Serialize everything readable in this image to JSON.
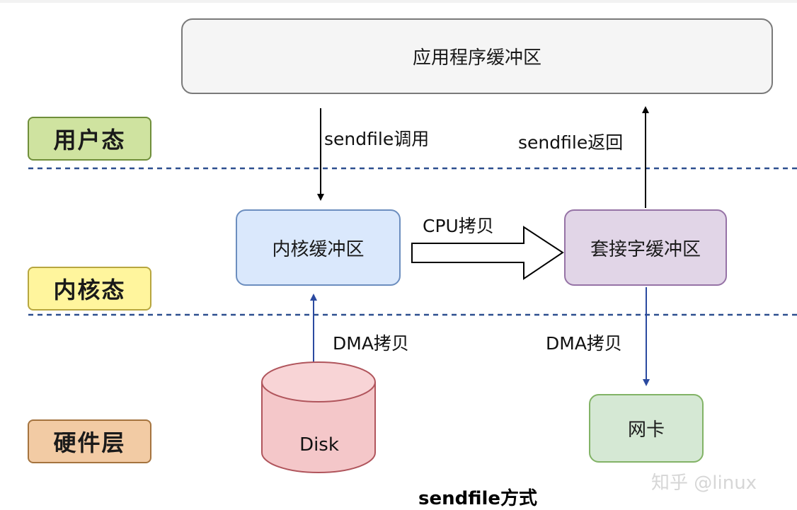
{
  "diagram": {
    "caption": "sendfile方式",
    "watermark": "知乎 @linux",
    "layers": {
      "user": "用户态",
      "kernel": "内核态",
      "hardware": "硬件层"
    },
    "boxes": {
      "app_buffer": "应用程序缓冲区",
      "kernel_buffer": "内核缓冲区",
      "socket_buffer": "套接字缓冲区",
      "nic": "网卡",
      "disk": "Disk"
    },
    "edges": {
      "sendfile_call": "sendfile调用",
      "sendfile_return": "sendfile返回",
      "cpu_copy": "CPU拷贝",
      "dma_copy_in": "DMA拷贝",
      "dma_copy_out": "DMA拷贝"
    },
    "colors": {
      "dashed_line": "#2d4f8f",
      "dma_arrow": "#2b4aa0",
      "black_arrow": "#000000"
    }
  }
}
